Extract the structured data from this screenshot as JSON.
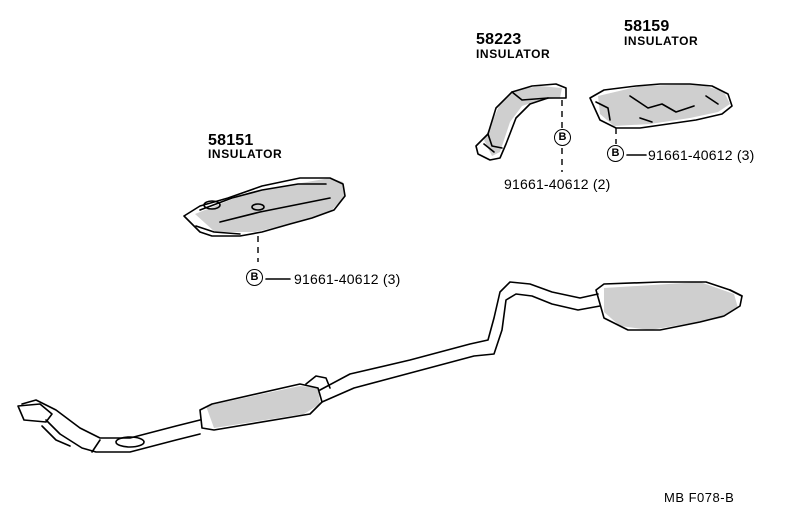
{
  "parts": {
    "insulator_center": {
      "number": "58151",
      "name": "INSULATOR",
      "bolt_mark": "B",
      "bolt": "91661-40612 (3)"
    },
    "insulator_pipe": {
      "number": "58223",
      "name": "INSULATOR",
      "bolt_mark": "B",
      "bolt": "91661-40612 (2)"
    },
    "insulator_rear": {
      "number": "58159",
      "name": "INSULATOR",
      "bolt_mark": "B",
      "bolt": "91661-40612 (3)"
    }
  },
  "footer": {
    "code": "MB  F078-B"
  }
}
